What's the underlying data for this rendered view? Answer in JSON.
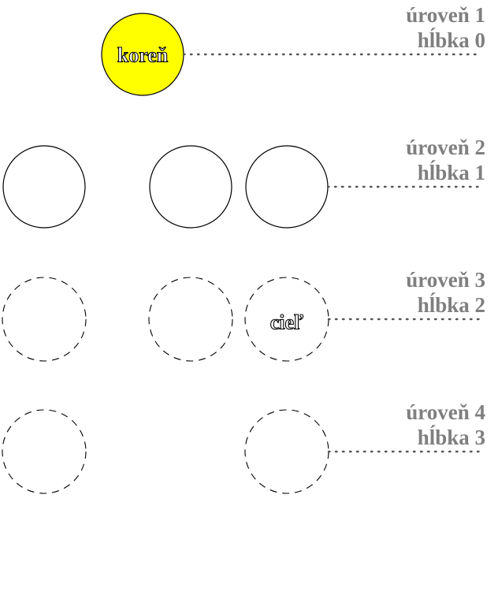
{
  "colors": {
    "root_fill": "#ffff00",
    "node_stroke": "#000000",
    "level_text": "#7f7f7f",
    "connector": "#555555"
  },
  "root_label": "koreň",
  "target_label": "cieľ",
  "levels": [
    {
      "level": "úroveň 1",
      "depth": "hĺbka 0"
    },
    {
      "level": "úroveň 2",
      "depth": "hĺbka 1"
    },
    {
      "level": "úroveň 3",
      "depth": "hĺbka 2"
    },
    {
      "level": "úroveň 4",
      "depth": "hĺbka 3"
    }
  ]
}
